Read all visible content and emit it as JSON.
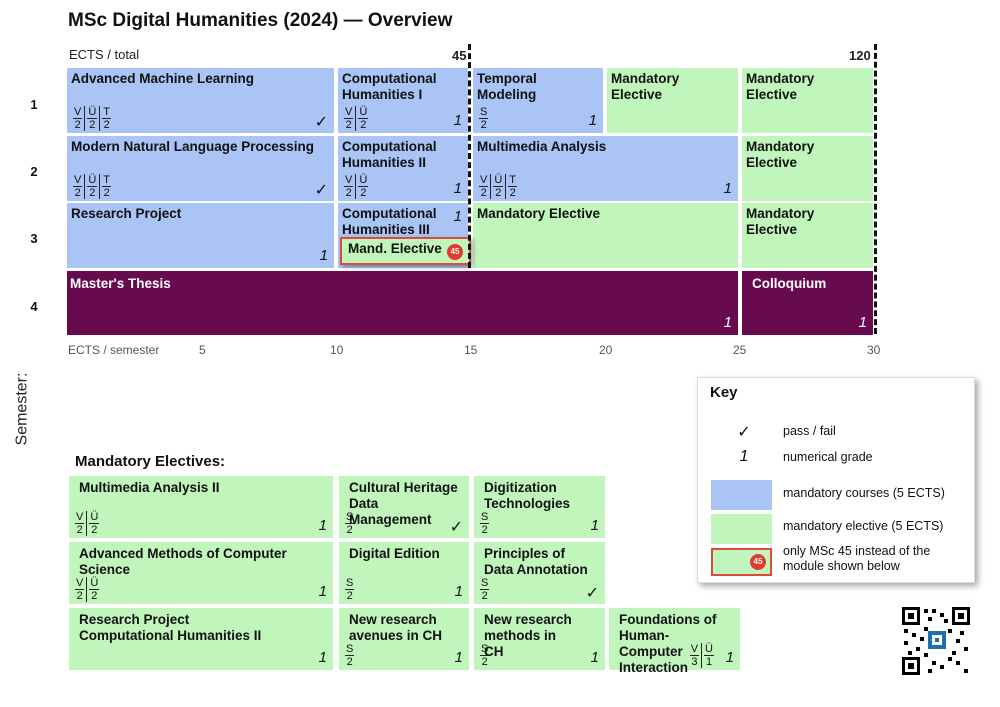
{
  "title": "MSc Digital Humanities (2024) — Overview",
  "axis": {
    "ects_total_label": "ECTS / total",
    "total_45": "45",
    "total_120": "120",
    "ects_semester_label": "ECTS / semester",
    "ticks": [
      "5",
      "10",
      "15",
      "20",
      "25",
      "30"
    ],
    "semester_label": "Semester:"
  },
  "rows": [
    "1",
    "2",
    "3",
    "4"
  ],
  "curriculum": {
    "aml": "Advanced Machine Learning",
    "ch1": "Computational Humanities I",
    "temporal": "Temporal Modeling",
    "me": "Mandatory Elective",
    "nlp": "Modern Natural Language Processing",
    "ch2": "Computational Humanities II",
    "mma": "Multimedia Analysis",
    "rp": "Research Project",
    "ch3": "Computational Humanities III",
    "mand_elective": "Mand. Elective",
    "thesis": "Master's Thesis",
    "colloquium": "Colloquium",
    "badge": "45"
  },
  "marks": {
    "check": "✓",
    "grade": "1"
  },
  "frac": {
    "V": "V",
    "U": "Ü",
    "T": "T",
    "S": "S",
    "two": "2",
    "three": "3",
    "one": "1"
  },
  "electives": {
    "heading": "Mandatory Electives:",
    "mma2": "Multimedia Analysis II",
    "chdm": "Cultural Heritage Data Management",
    "digitech": "Digitization Technologies",
    "amcs": "Advanced Methods of Computer Science",
    "diged": "Digital Edition",
    "pda": "Principles of Data Annotation",
    "rpch2": "Research Project Computational Humanities II",
    "avenues": "New research avenues in CH",
    "methods": "New research methods in CH",
    "hci": "Foundations of Human-Computer Interaction"
  },
  "key": {
    "title": "Key",
    "pass_fail": "pass / fail",
    "numerical": "numerical grade",
    "mandatory": "mandatory courses (5 ECTS)",
    "elective": "mandatory elective (5 ECTS)",
    "msc45": "only MSc 45 instead of the module shown below"
  },
  "colors": {
    "blue": "#a9c4f5",
    "green": "#c0f5bc",
    "purple": "#680b4e",
    "badge": "#e33b2e"
  }
}
